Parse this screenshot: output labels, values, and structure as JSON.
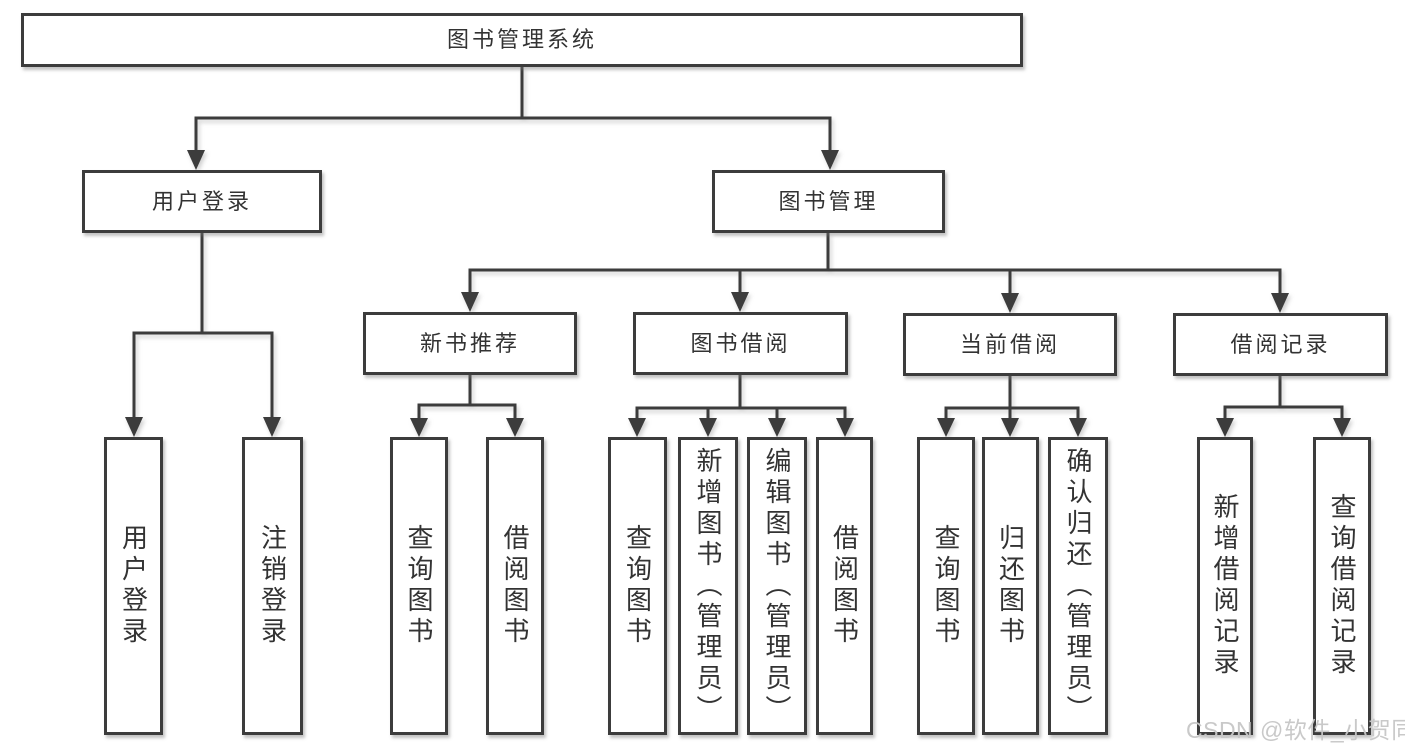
{
  "diagram": {
    "root": {
      "label": "图书管理系统"
    },
    "level1": [
      {
        "label": "用户登录",
        "children": [
          {
            "label": "用户登录"
          },
          {
            "label": "注销登录"
          }
        ]
      },
      {
        "label": "图书管理",
        "children": [
          {
            "label": "新书推荐",
            "children": [
              {
                "label": "查询图书"
              },
              {
                "label": "借阅图书"
              }
            ]
          },
          {
            "label": "图书借阅",
            "children": [
              {
                "label": "查询图书"
              },
              {
                "label": "新增图书（管理员）"
              },
              {
                "label": "编辑图书（管理员）"
              },
              {
                "label": "借阅图书"
              }
            ]
          },
          {
            "label": "当前借阅",
            "children": [
              {
                "label": "查询图书"
              },
              {
                "label": "归还图书"
              },
              {
                "label": "确认归还（管理员）"
              }
            ]
          },
          {
            "label": "借阅记录",
            "children": [
              {
                "label": "新增借阅记录"
              },
              {
                "label": "查询借阅记录"
              }
            ]
          }
        ]
      }
    ]
  },
  "watermark": {
    "text": "CSDN @软件_小贺同学"
  },
  "colors": {
    "line": "#3c3c3c",
    "text": "#333333",
    "watermark": "#c6c6c6",
    "background": "#ffffff"
  }
}
